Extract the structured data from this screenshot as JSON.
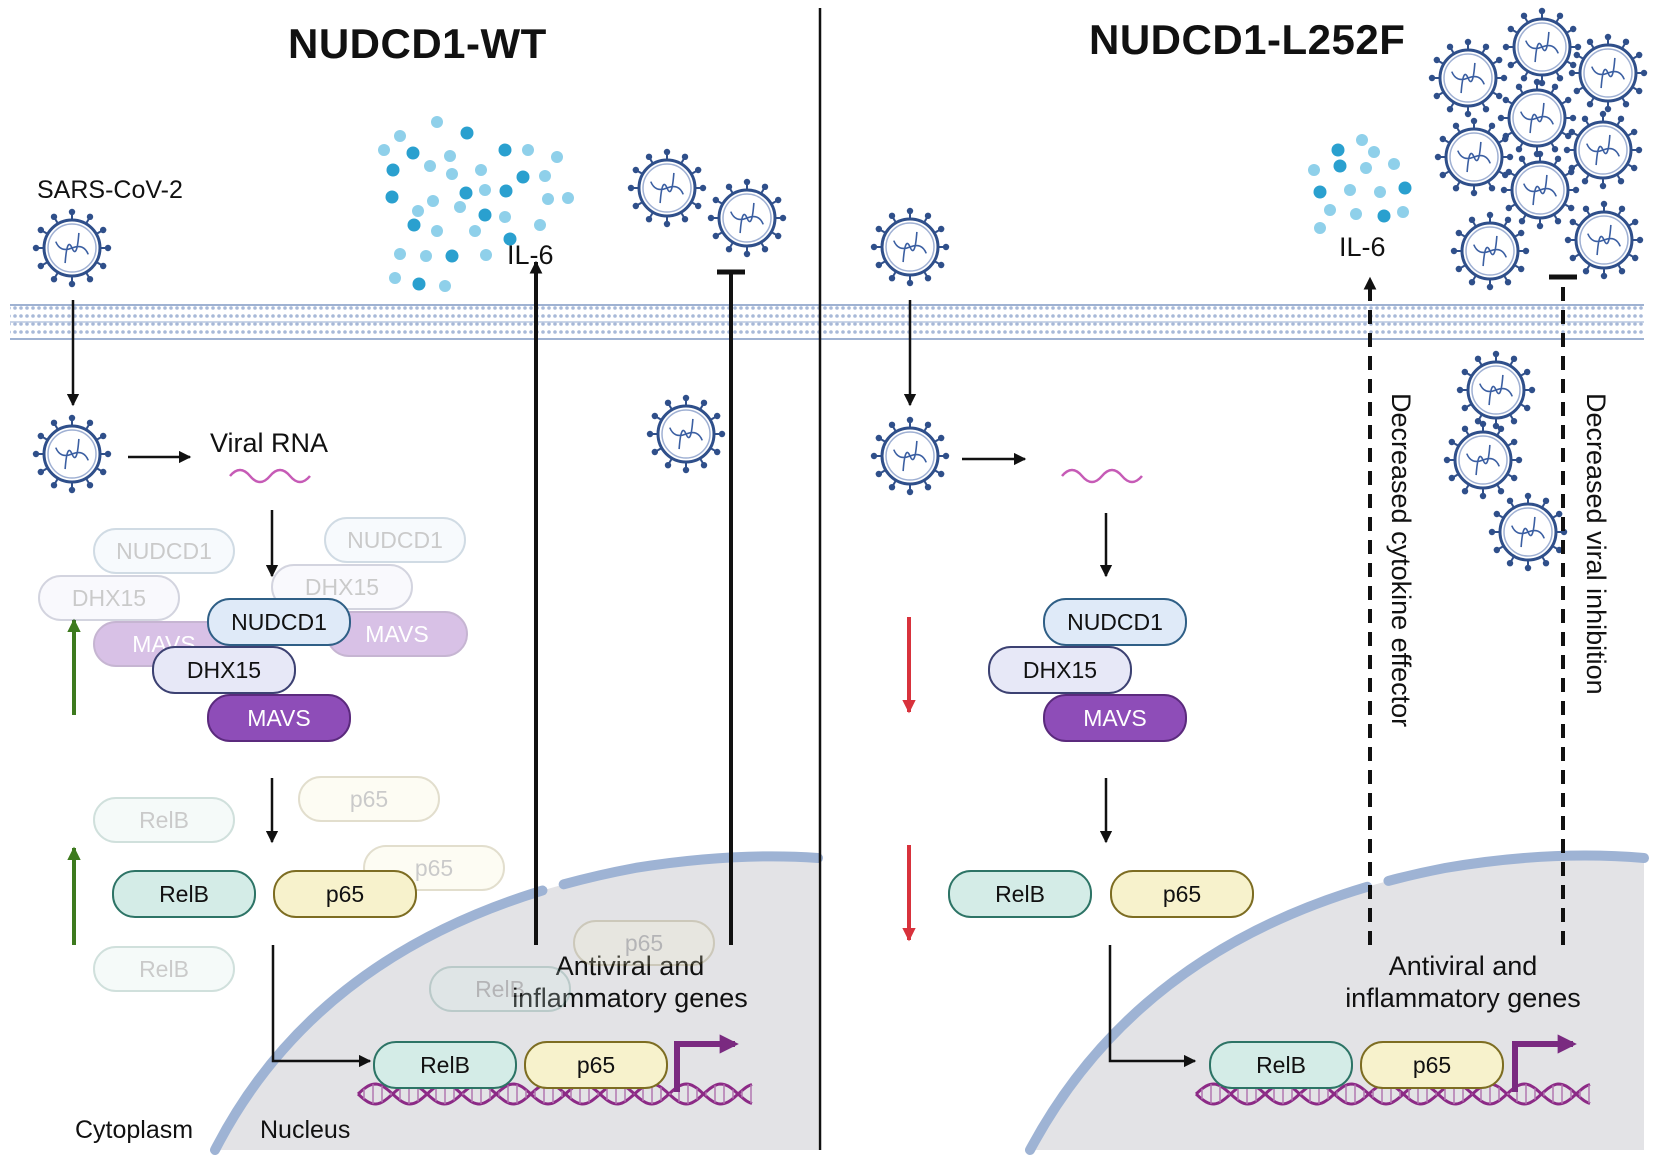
{
  "panels": {
    "left": {
      "title": "NUDCD1-WT",
      "virus_label": "SARS-CoV-2",
      "viral_rna_label": "Viral RNA",
      "il6_label": "IL-6",
      "genes_label_line1": "Antiviral and",
      "genes_label_line2": "inflammatory genes",
      "cytoplasm_label": "Cytoplasm",
      "nucleus_label": "Nucleus",
      "proteins": {
        "nudcd1": "NUDCD1",
        "dhx15": "DHX15",
        "mavs": "MAVS",
        "relb": "RelB",
        "p65": "p65",
        "mavs_partial": "MAVS",
        "relb_partial": "RelB"
      }
    },
    "right": {
      "title": "NUDCD1-L252F",
      "il6_label": "IL-6",
      "genes_label_line1": "Antiviral and",
      "genes_label_line2": "inflammatory genes",
      "cytokine_effect_label": "Decreased cytokine effector",
      "viral_inhibition_label": "Decreased viral inhibition",
      "proteins": {
        "nudcd1": "NUDCD1",
        "dhx15": "DHX15",
        "mavs": "MAVS",
        "relb": "RelB",
        "p65": "p65"
      }
    }
  },
  "colors": {
    "increase_arrow": "#3d7a1e",
    "decrease_arrow": "#d8323c",
    "virus": "#2f4f8a",
    "rna": "#c65bb6",
    "dna": "#8c2a86",
    "membrane": "#9fb2d2",
    "nucleus": "#e3e3e6"
  }
}
